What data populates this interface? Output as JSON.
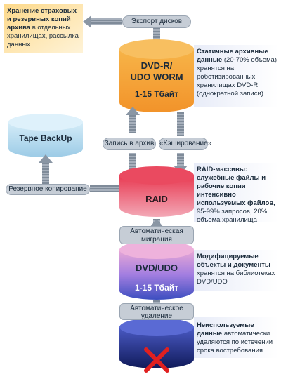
{
  "top_note": {
    "bold": "Хранение страховых и резервных копий архива",
    "normal": "в отдельных хранилищах, рассылка данных"
  },
  "export_label": "Экспорт дисков",
  "dvdr_drum": {
    "line1": "DVD-R/",
    "line2": "UDO WORM",
    "capacity": "1-15 Тбайт"
  },
  "dvdr_desc": {
    "bold": "Статичные архивные данные",
    "normal": "(20-70% объема) хранятся на роботизированных хранилищах DVD-R (однократной записи)"
  },
  "tape_drum": {
    "label": "Tape BackUp"
  },
  "write_archive_label": "Запись в архив",
  "caching_label": "«Кэширование»",
  "backup_label": "Резервное копирование",
  "raid_drum": {
    "label": "RAID"
  },
  "raid_desc": {
    "bold": "RAID-массивы: служебные файлы и рабочие копии интенсивно используемых файлов,",
    "normal": "95-99% запросов, 20% объема хранилища"
  },
  "auto_migration_label": "Автоматическая миграция",
  "dvdudo_drum": {
    "line1": "DVD/UDO",
    "capacity": "1-15 Тбайт"
  },
  "dvdudo_desc": {
    "bold": "Модифицируемые объекты и документы",
    "normal": "хранятся на библиотеках DVD/UDO"
  },
  "auto_delete_label": "Автоматическое удаление",
  "unused_desc": {
    "bold": "Неиспользуемые данные",
    "normal": "автоматически удаляются по истечении срока востребования"
  },
  "colors": {
    "orange": "#f5a623",
    "raid_red": "#e0304a",
    "tape_blue": "#b8dcf0",
    "purple": "#8a6ad0",
    "navy": "#1f2e7a",
    "note_bg": "#fde2a0",
    "arrow_gray": "#8a96a4"
  }
}
